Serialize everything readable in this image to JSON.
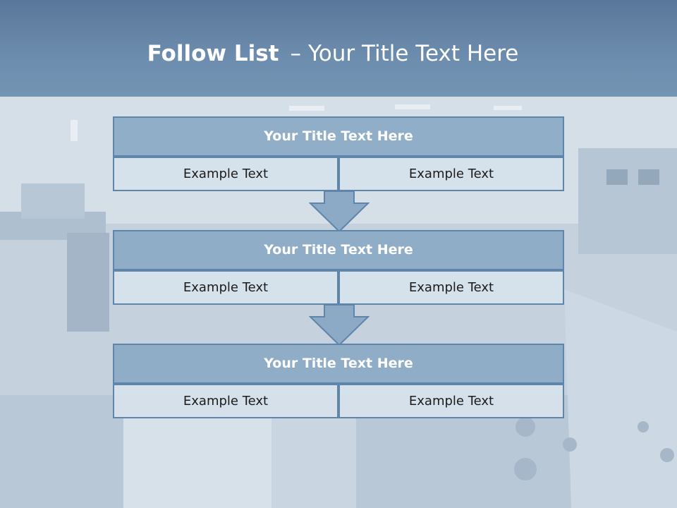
{
  "slide": {
    "title_strong": "Follow List",
    "title_dash": "–",
    "title_rest": "Your Title Text Here"
  },
  "blocks": [
    {
      "title": "Your Title Text Here",
      "left_text": "Example Text",
      "right_text": "Example Text"
    },
    {
      "title": "Your Title Text Here",
      "left_text": "Example Text",
      "right_text": "Example Text"
    },
    {
      "title": "Your Title Text Here",
      "left_text": "Example Text",
      "right_text": "Example Text"
    }
  ],
  "colors": {
    "header": "#6b8bad",
    "block_title_fill": "#8caac6",
    "block_border": "#5f85ab",
    "cell_fill": "#d6e1eb",
    "arrow_fill": "#8caac6"
  }
}
